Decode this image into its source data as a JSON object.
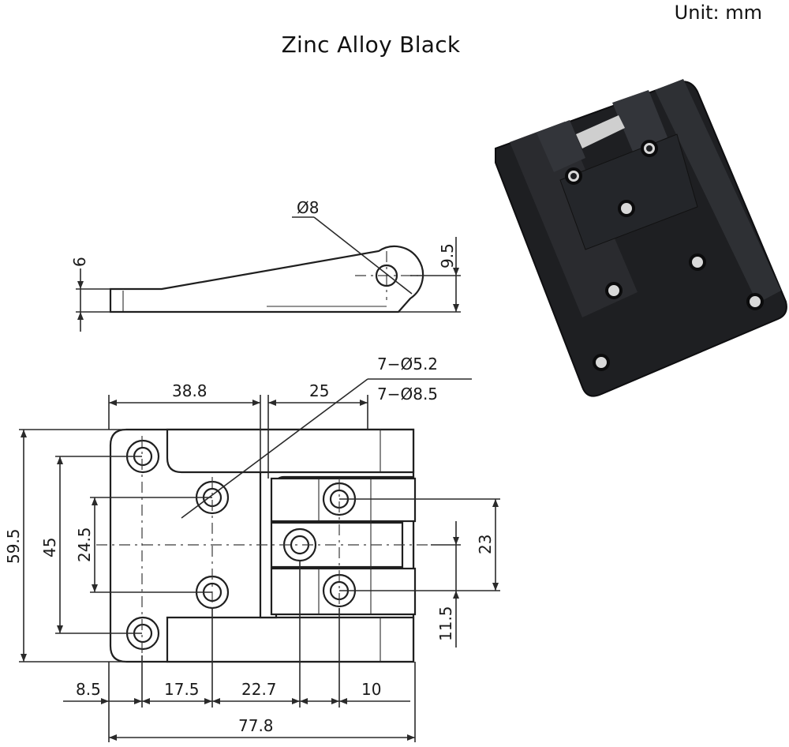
{
  "header": {
    "unit_label": "Unit:  mm",
    "title": "Zinc Alloy Black"
  },
  "side_view": {
    "pin_diameter": "Ø8",
    "thickness": "6",
    "knuckle_height": "9.5"
  },
  "front_view": {
    "hole_small": "7−Ø5.2",
    "hole_large": "7−Ø8.5",
    "top_dims": [
      "38.8",
      "25"
    ],
    "left_dims": [
      "59.5",
      "45",
      "24.5"
    ],
    "right_dims": [
      "23",
      "11.5"
    ],
    "bottom_dims": [
      "8.5",
      "17.5",
      "22.7",
      "10"
    ],
    "overall_width": "77.8"
  },
  "colors": {
    "product_body": "#1e1f22",
    "product_highlight": "#3a3c40",
    "hole_inner": "#d8d8d8",
    "pin": "#cfcfcf"
  },
  "icons": {
    "product_photo": "hinge-product-icon"
  }
}
